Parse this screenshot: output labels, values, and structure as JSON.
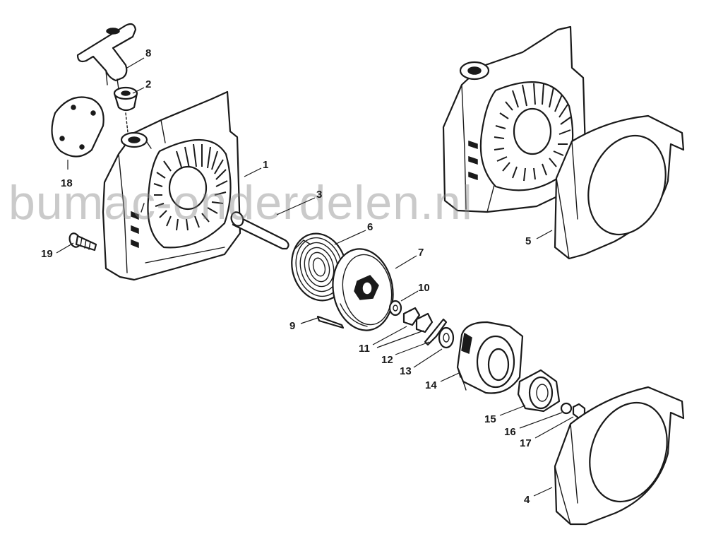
{
  "watermark": "bumac-onderdelen.nl",
  "callouts": {
    "c1": "1",
    "c2": "2",
    "c3": "3",
    "c4": "4",
    "c5": "5",
    "c6": "6",
    "c7": "7",
    "c8": "8",
    "c9": "9",
    "c10": "10",
    "c11": "11",
    "c12": "12",
    "c13": "13",
    "c14": "14",
    "c15": "15",
    "c16": "16",
    "c17": "17",
    "c18": "18",
    "c19": "19"
  }
}
